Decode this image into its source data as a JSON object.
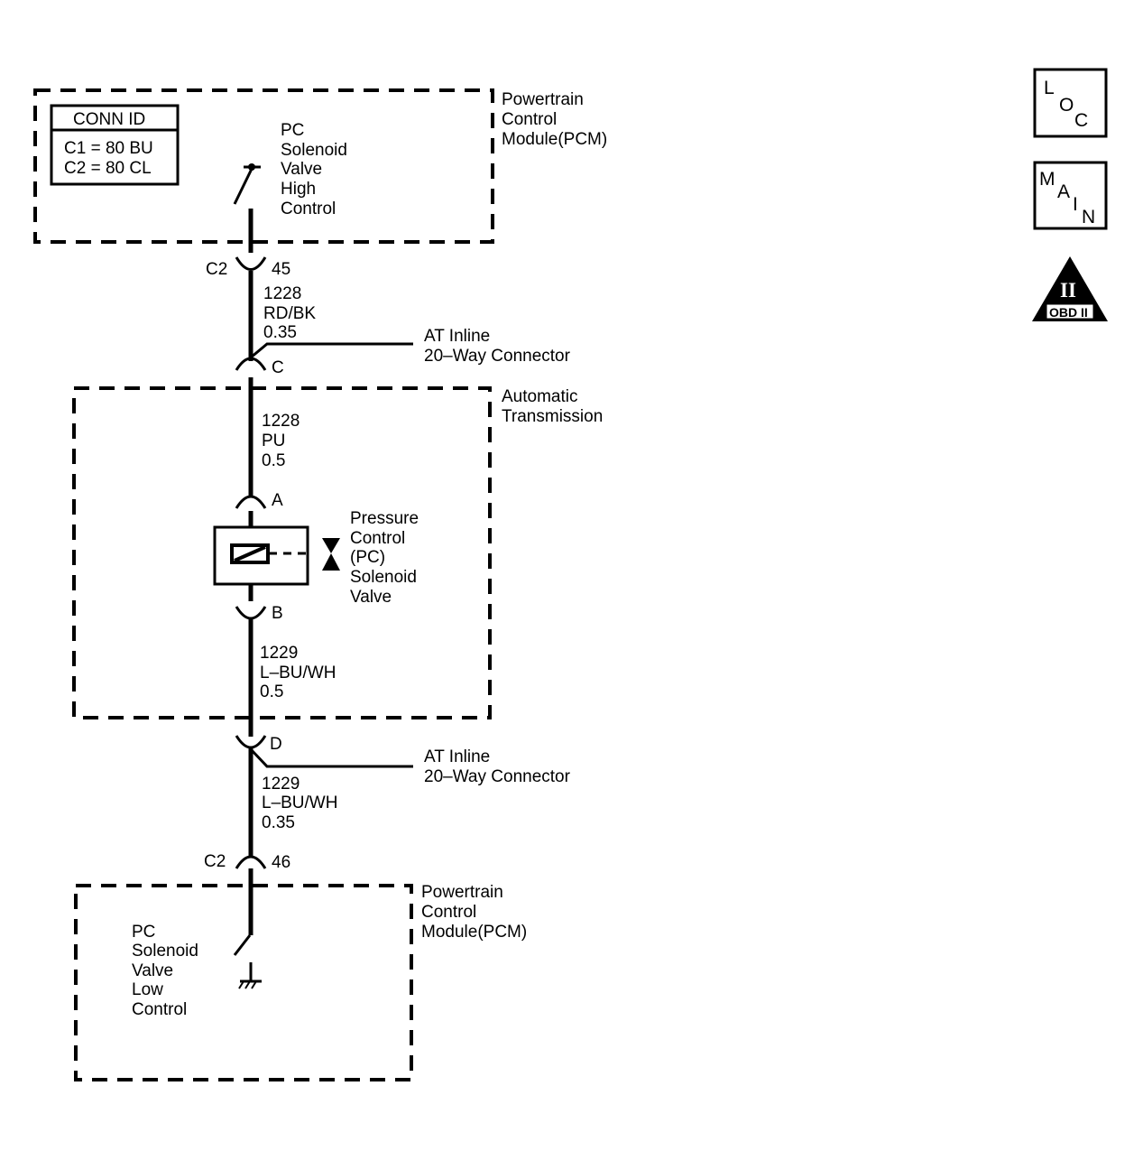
{
  "pcm_top": {
    "module_label": [
      "Powertrain",
      "Control",
      "Module(PCM)"
    ],
    "conn_id": {
      "header": "CONN ID",
      "rows": [
        "C1 = 80 BU",
        "C2 = 80 CL"
      ]
    },
    "switch_label": [
      "PC",
      "Solenoid",
      "Valve",
      "High",
      "Control"
    ]
  },
  "connector_c2_top": {
    "name": "C2",
    "pin": "45"
  },
  "wire_1228_top": {
    "circuit": "1228",
    "color": "RD/BK",
    "gauge": "0.35"
  },
  "inline_top": {
    "label": [
      "AT Inline",
      "20–Way Connector"
    ],
    "pin": "C"
  },
  "transmission": {
    "module_label": [
      "Automatic",
      "Transmission"
    ],
    "wire_1228": {
      "circuit": "1228",
      "color": "PU",
      "gauge": "0.5"
    },
    "pin_a": "A",
    "pin_b": "B",
    "solenoid_label": [
      "Pressure",
      "Control",
      "(PC)",
      "Solenoid",
      "Valve"
    ],
    "wire_1229": {
      "circuit": "1229",
      "color": "L–BU/WH",
      "gauge": "0.5"
    }
  },
  "inline_bottom": {
    "label": [
      "AT Inline",
      "20–Way Connector"
    ],
    "pin": "D"
  },
  "wire_1229_bottom": {
    "circuit": "1229",
    "color": "L–BU/WH",
    "gauge": "0.35"
  },
  "connector_c2_bottom": {
    "name": "C2",
    "pin": "46"
  },
  "pcm_bottom": {
    "module_label": [
      "Powertrain",
      "Control",
      "Module(PCM)"
    ],
    "switch_label": [
      "PC",
      "Solenoid",
      "Valve",
      "Low",
      "Control"
    ]
  },
  "icons": {
    "loc": [
      "L",
      "O",
      "C"
    ],
    "main": [
      "M",
      "A",
      "I",
      "N"
    ],
    "obd": {
      "numeral": "II",
      "label": "OBD II"
    }
  }
}
